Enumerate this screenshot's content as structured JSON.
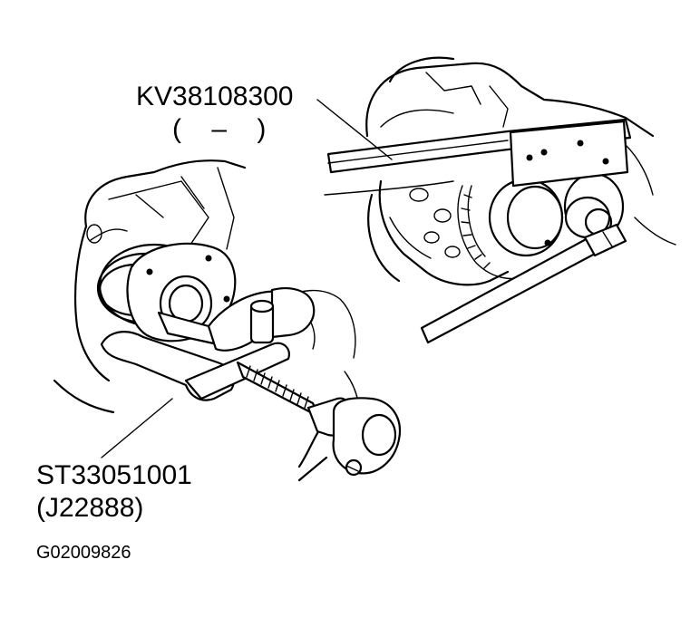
{
  "callouts": {
    "top_tool": {
      "part": "KV38108300",
      "alt": "(    –    )"
    },
    "bottom_tool": {
      "part": "ST33051001",
      "alt": "(J22888)"
    }
  },
  "figure_id": "G02009826"
}
